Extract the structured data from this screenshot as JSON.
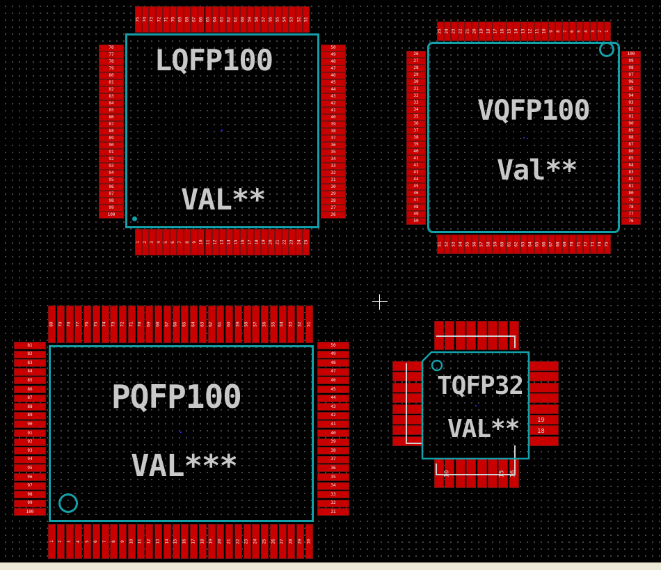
{
  "colors": {
    "background": "#000000",
    "pad": "#c80000",
    "outline": "#14a0a8",
    "text": "#c8c8c8"
  },
  "footprints": {
    "lqfp100": {
      "name": "LQFP100",
      "value": "VAL**"
    },
    "vqfp100": {
      "name": "VQFP100",
      "value": "Val**"
    },
    "pqfp100": {
      "name": "PQFP100",
      "value": "VAL***"
    },
    "tqfp32": {
      "name": "TQFP32",
      "value": "VAL**",
      "pin_labels": {
        "p19": "19",
        "p18": "18",
        "p10": "10",
        "p15": "15",
        "p16": "16"
      }
    }
  }
}
